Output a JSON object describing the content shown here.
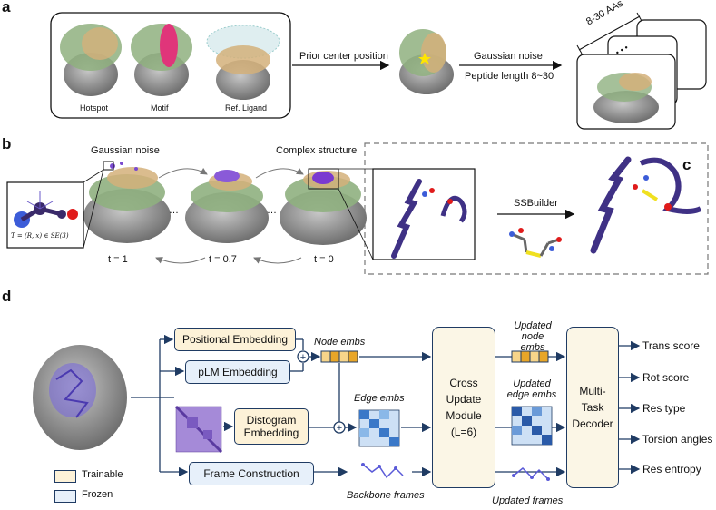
{
  "panel_a": {
    "label": "a",
    "conditions": [
      "Hotspot",
      "Motif",
      "Ref. Ligand"
    ],
    "arrow1_label": "Prior center position",
    "arrow2_label_top": "Gaussian noise",
    "arrow2_label_bottom": "Peptide length 8~30",
    "length_label": "8-30 AAs",
    "ellipsis": "• • •"
  },
  "panel_b": {
    "label": "b",
    "gaussian_noise": "Gaussian noise",
    "complex_structure": "Complex structure",
    "t1": "t = 1",
    "t07": "t = 0.7",
    "t0": "t = 0",
    "ellipsis": "…",
    "frame_formula": "T = (R, x) ∈ SE(3)"
  },
  "panel_c": {
    "label": "c",
    "ssbuilder": "SSBuilder"
  },
  "panel_d": {
    "label": "d",
    "positional_embedding": "Positional Embedding",
    "plm_embedding": "pLM Embedding",
    "distogram_embedding_line1": "Distogram",
    "distogram_embedding_line2": "Embedding",
    "frame_construction": "Frame Construction",
    "node_embs": "Node embs",
    "edge_embs": "Edge embs",
    "backbone_frames": "Backbone frames",
    "cross_update_line1": "Cross",
    "cross_update_line2": "Update",
    "cross_update_line3": "Module",
    "cross_update_line4": "(L=6)",
    "updated_node_embs_1": "Updated",
    "updated_node_embs_2": "node embs",
    "updated_edge_embs_1": "Updated",
    "updated_edge_embs_2": "edge embs",
    "updated_frames": "Updated frames",
    "decoder_line1": "Multi-",
    "decoder_line2": "Task",
    "decoder_line3": "Decoder",
    "outputs": [
      "Trans score",
      "Rot score",
      "Res type",
      "Torsion angles",
      "Res entropy"
    ],
    "legend_trainable": "Trainable",
    "legend_frozen": "Frozen",
    "plus": "+"
  },
  "colors": {
    "trainable": "#fdf2d8",
    "frozen": "#e7f0fa",
    "border": "#1f3b63",
    "peptide": "#4b3a8f",
    "receptor": "#8a8a8a",
    "sheet": "#7fa070",
    "helix": "#c9a36a",
    "motif": "#e0357a"
  }
}
